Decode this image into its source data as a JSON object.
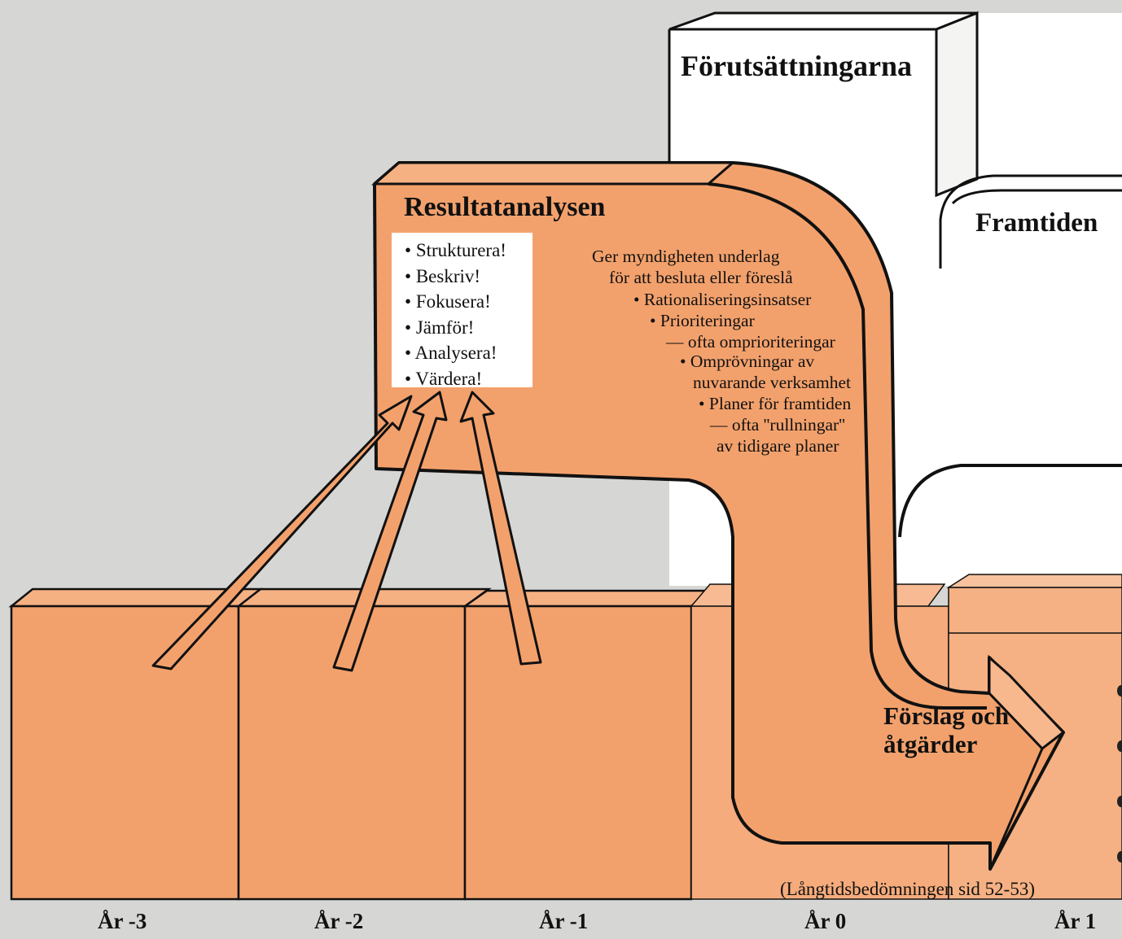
{
  "colors": {
    "background": "#d6d6d4",
    "orange": "#f3a16c",
    "orange_dark": "#e98d55",
    "white_box": "#ffffff",
    "outline": "#111111"
  },
  "box": {
    "title": "Förutsättningarna",
    "sub_title": "Framtiden"
  },
  "analysis": {
    "title": "Resultatanalysen",
    "bullets": [
      "Strukturera!",
      "Beskriv!",
      "Fokusera!",
      "Jämför!",
      "Analysera!",
      "Värdera!"
    ],
    "description": {
      "line1": "Ger myndigheten underlag",
      "line2": "för att besluta eller föreslå",
      "item1": "• Rationaliseringsinsatser",
      "item2": "• Prioriteringar",
      "item2_sub": "— ofta omprioriteringar",
      "item3": "• Omprövningar av",
      "item3_sub": "nuvarande verksamhet",
      "item4": "• Planer för framtiden",
      "item4_sub1": "— ofta ''rullningar''",
      "item4_sub2": "av tidigare planer"
    }
  },
  "outcome": {
    "label": "Förslag och åtgärder"
  },
  "source_note": "(Långtidsbedömningen sid 52-53)",
  "years": [
    "År -3",
    "År -2",
    "År -1",
    "År 0",
    "År 1"
  ]
}
